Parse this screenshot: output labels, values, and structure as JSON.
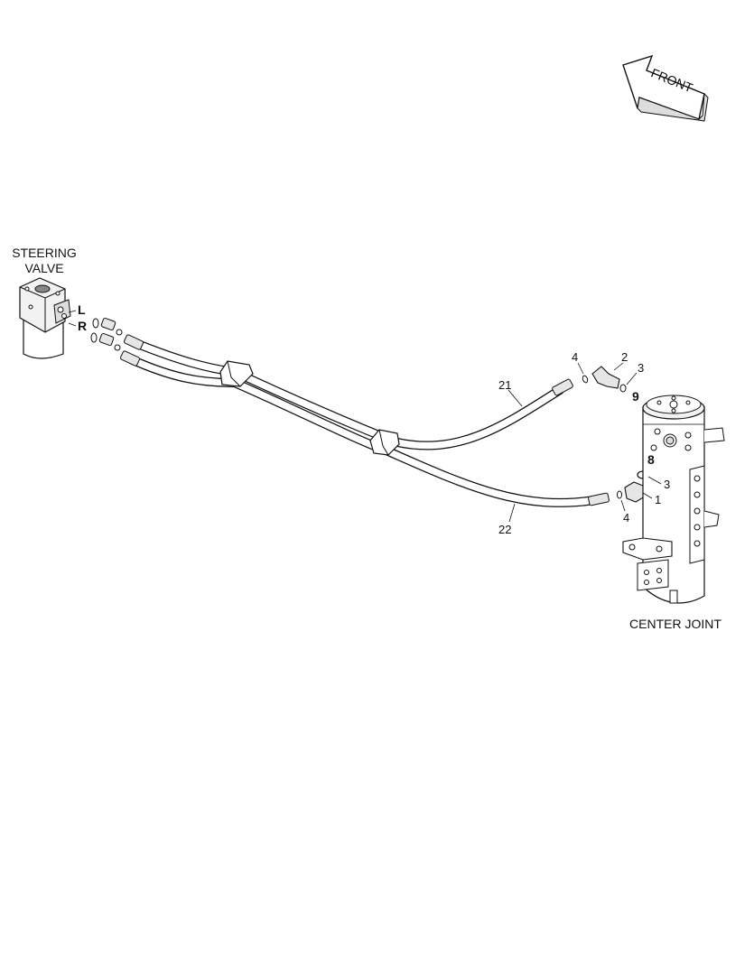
{
  "labels": {
    "front": "FRONT",
    "steering_valve_line1": "STEERING",
    "steering_valve_line2": "VALVE",
    "center_joint": "CENTER JOINT",
    "port_l": "L",
    "port_r": "R",
    "port_9": "9",
    "port_8": "8"
  },
  "callouts": {
    "c21": "21",
    "c22": "22",
    "c4_top": "4",
    "c2": "2",
    "c3_top": "3",
    "c3_bottom": "3",
    "c1": "1",
    "c4_bottom": "4"
  }
}
